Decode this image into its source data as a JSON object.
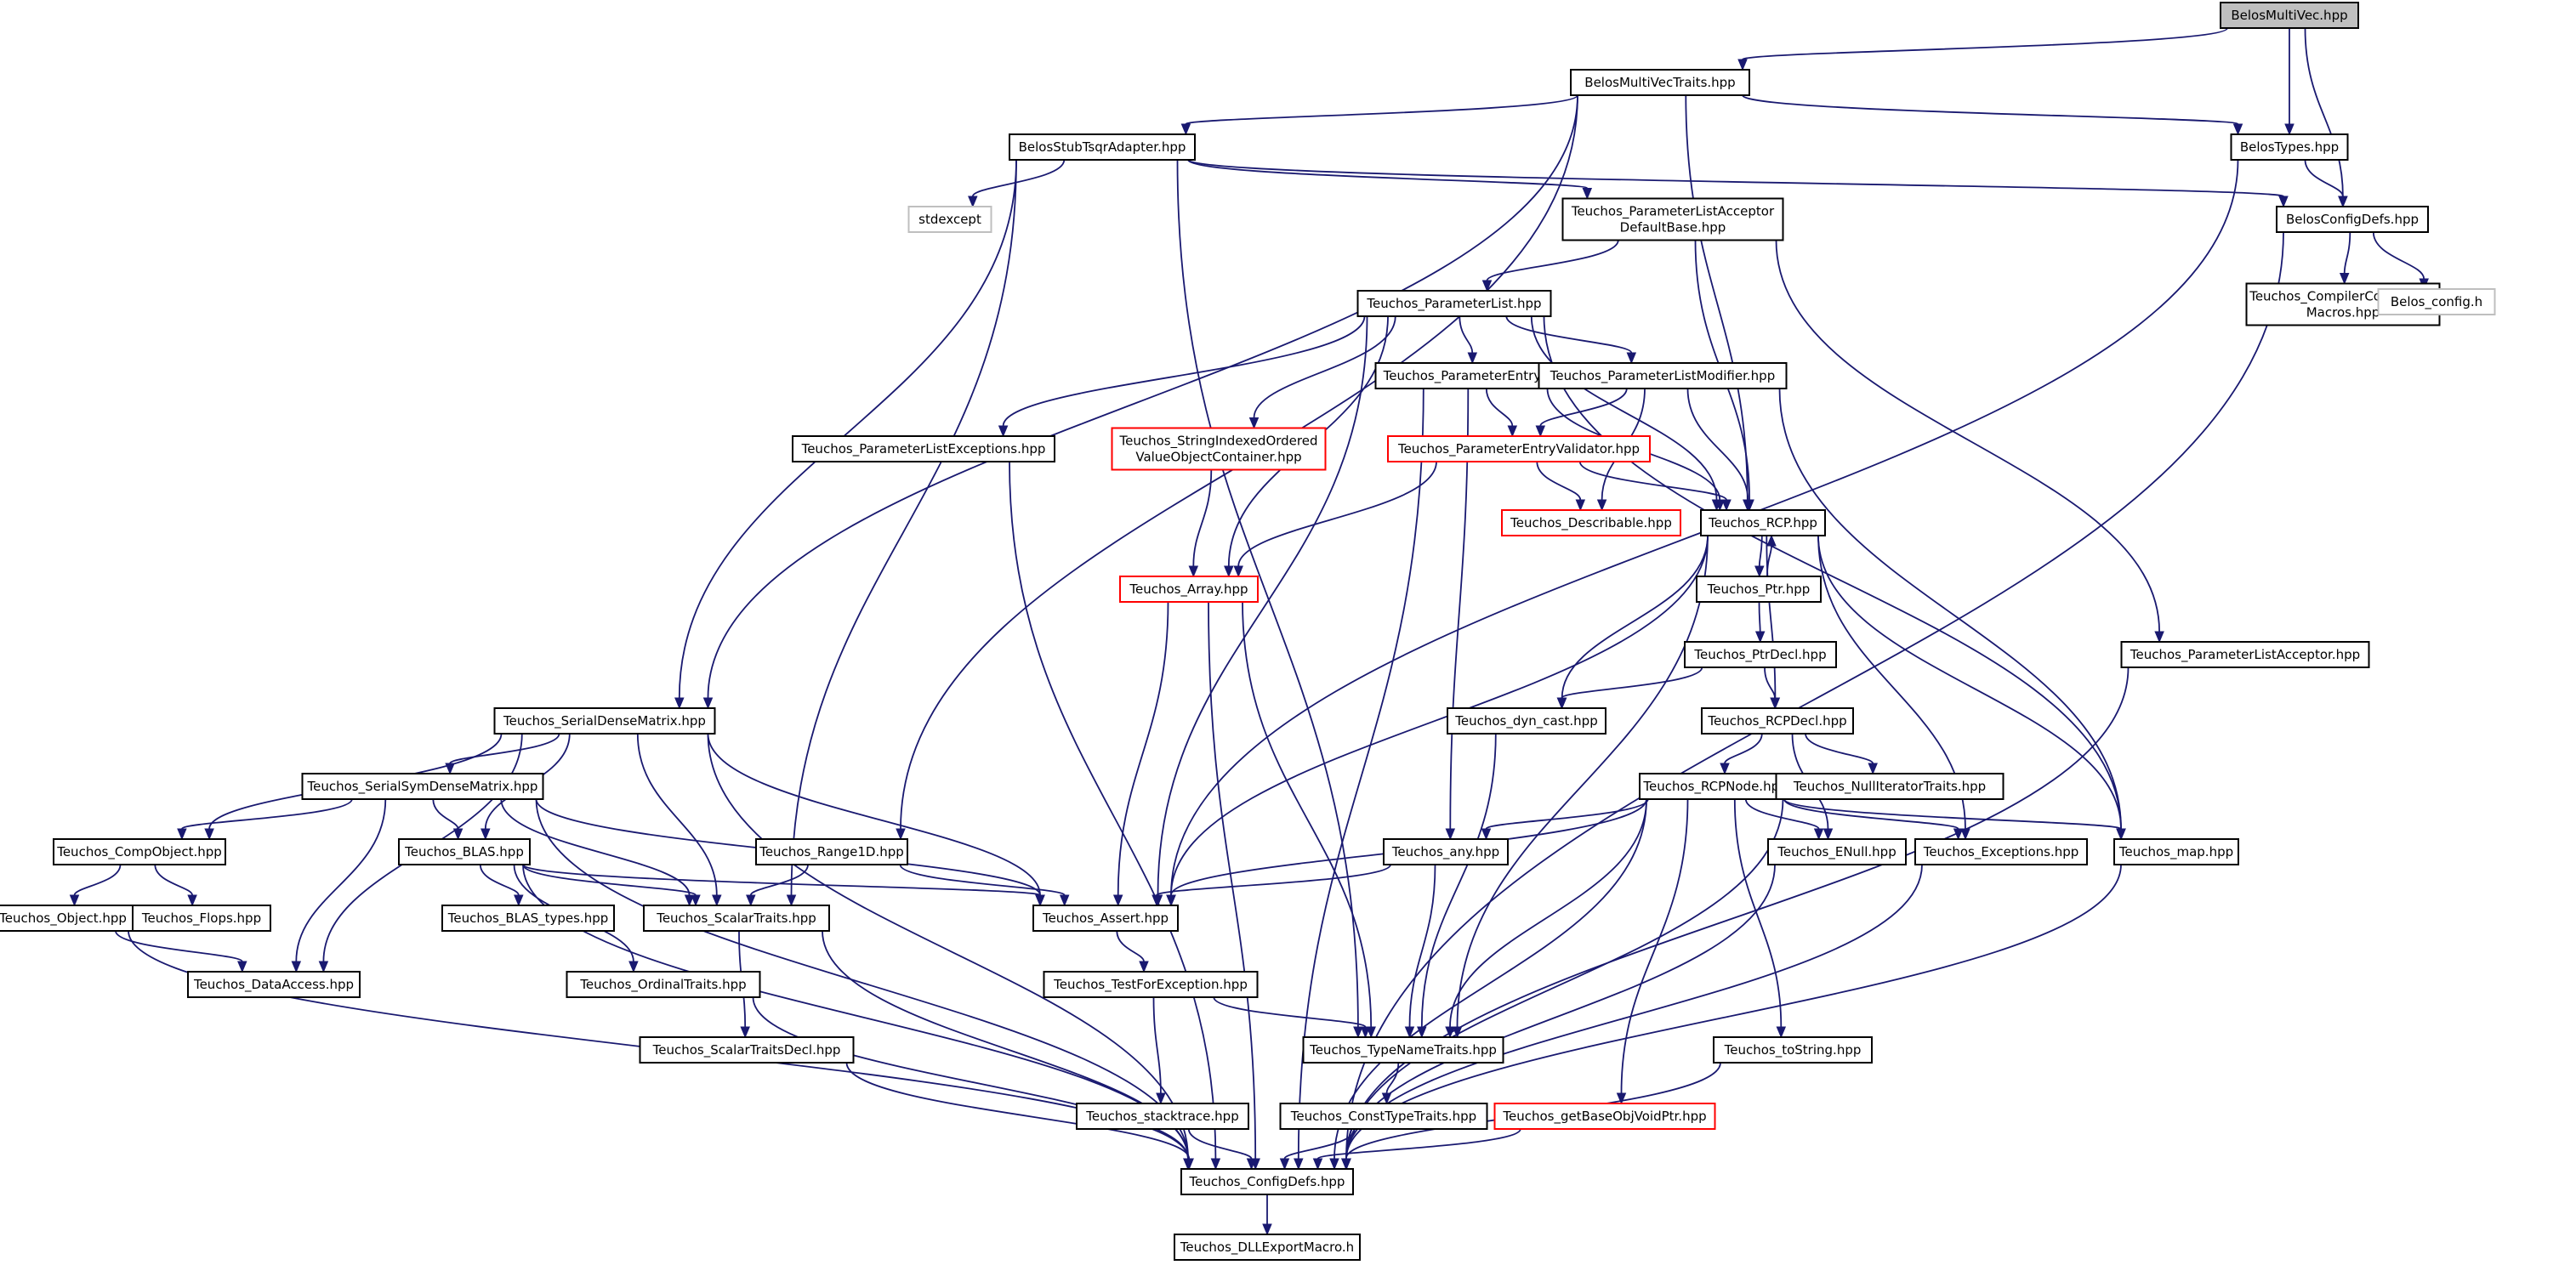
{
  "colors": {
    "edge": "#191970",
    "node_border": "#000000",
    "node_root_fill": "#bfbfbf",
    "node_fill": "#ffffff",
    "node_missing_border": "#bfbfbf",
    "node_truncated_border": "#ff0000"
  },
  "nodes": [
    {
      "id": "n0",
      "lines": [
        "BelosMultiVec.hpp"
      ],
      "kind": "root"
    },
    {
      "id": "n1",
      "lines": [
        "BelosMultiVecTraits.hpp"
      ],
      "kind": "normal"
    },
    {
      "id": "n2",
      "lines": [
        "BelosTypes.hpp"
      ],
      "kind": "normal"
    },
    {
      "id": "n3",
      "lines": [
        "BelosConfigDefs.hpp"
      ],
      "kind": "normal"
    },
    {
      "id": "n4",
      "lines": [
        "BelosStubTsqrAdapter.hpp"
      ],
      "kind": "normal"
    },
    {
      "id": "n5",
      "lines": [
        "stdexcept"
      ],
      "kind": "missing"
    },
    {
      "id": "n6",
      "lines": [
        "Teuchos_ParameterListAcceptor",
        "DefaultBase.hpp"
      ],
      "kind": "normal"
    },
    {
      "id": "n7",
      "lines": [
        "Teuchos_CompilerCodeTweak",
        "Macros.hpp"
      ],
      "kind": "normal"
    },
    {
      "id": "n8",
      "lines": [
        "Belos_config.h"
      ],
      "kind": "missing"
    },
    {
      "id": "n9",
      "lines": [
        "Teuchos_ParameterList.hpp"
      ],
      "kind": "normal"
    },
    {
      "id": "n10",
      "lines": [
        "Teuchos_ParameterEntry.hpp"
      ],
      "kind": "normal"
    },
    {
      "id": "n11",
      "lines": [
        "Teuchos_ParameterListModifier.hpp"
      ],
      "kind": "normal"
    },
    {
      "id": "n12",
      "lines": [
        "Teuchos_ParameterListExceptions.hpp"
      ],
      "kind": "normal"
    },
    {
      "id": "n13",
      "lines": [
        "Teuchos_StringIndexedOrdered",
        "ValueObjectContainer.hpp"
      ],
      "kind": "truncated"
    },
    {
      "id": "n14",
      "lines": [
        "Teuchos_ParameterEntryValidator.hpp"
      ],
      "kind": "truncated"
    },
    {
      "id": "n15",
      "lines": [
        "Teuchos_Describable.hpp"
      ],
      "kind": "truncated"
    },
    {
      "id": "n16",
      "lines": [
        "Teuchos_RCP.hpp"
      ],
      "kind": "normal"
    },
    {
      "id": "n17",
      "lines": [
        "Teuchos_Array.hpp"
      ],
      "kind": "truncated"
    },
    {
      "id": "n18",
      "lines": [
        "Teuchos_Ptr.hpp"
      ],
      "kind": "normal"
    },
    {
      "id": "n19",
      "lines": [
        "Teuchos_PtrDecl.hpp"
      ],
      "kind": "normal"
    },
    {
      "id": "n20",
      "lines": [
        "Teuchos_ParameterListAcceptor.hpp"
      ],
      "kind": "normal"
    },
    {
      "id": "n21",
      "lines": [
        "Teuchos_SerialDenseMatrix.hpp"
      ],
      "kind": "normal"
    },
    {
      "id": "n22",
      "lines": [
        "Teuchos_dyn_cast.hpp"
      ],
      "kind": "normal"
    },
    {
      "id": "n23",
      "lines": [
        "Teuchos_RCPDecl.hpp"
      ],
      "kind": "normal"
    },
    {
      "id": "n24",
      "lines": [
        "Teuchos_SerialSymDenseMatrix.hpp"
      ],
      "kind": "normal"
    },
    {
      "id": "n25",
      "lines": [
        "Teuchos_RCPNode.hpp"
      ],
      "kind": "normal"
    },
    {
      "id": "n26",
      "lines": [
        "Teuchos_NullIteratorTraits.hpp"
      ],
      "kind": "normal"
    },
    {
      "id": "n27",
      "lines": [
        "Teuchos_CompObject.hpp"
      ],
      "kind": "normal"
    },
    {
      "id": "n28",
      "lines": [
        "Teuchos_BLAS.hpp"
      ],
      "kind": "normal"
    },
    {
      "id": "n29",
      "lines": [
        "Teuchos_Range1D.hpp"
      ],
      "kind": "normal"
    },
    {
      "id": "n30",
      "lines": [
        "Teuchos_any.hpp"
      ],
      "kind": "normal"
    },
    {
      "id": "n31",
      "lines": [
        "Teuchos_ENull.hpp"
      ],
      "kind": "normal"
    },
    {
      "id": "n32",
      "lines": [
        "Teuchos_Exceptions.hpp"
      ],
      "kind": "normal"
    },
    {
      "id": "n33",
      "lines": [
        "Teuchos_map.hpp"
      ],
      "kind": "normal"
    },
    {
      "id": "n34",
      "lines": [
        "Teuchos_Object.hpp"
      ],
      "kind": "normal"
    },
    {
      "id": "n35",
      "lines": [
        "Teuchos_Flops.hpp"
      ],
      "kind": "normal"
    },
    {
      "id": "n36",
      "lines": [
        "Teuchos_BLAS_types.hpp"
      ],
      "kind": "normal"
    },
    {
      "id": "n37",
      "lines": [
        "Teuchos_ScalarTraits.hpp"
      ],
      "kind": "normal"
    },
    {
      "id": "n38",
      "lines": [
        "Teuchos_Assert.hpp"
      ],
      "kind": "normal"
    },
    {
      "id": "n39",
      "lines": [
        "Teuchos_DataAccess.hpp"
      ],
      "kind": "normal"
    },
    {
      "id": "n40",
      "lines": [
        "Teuchos_OrdinalTraits.hpp"
      ],
      "kind": "normal"
    },
    {
      "id": "n41",
      "lines": [
        "Teuchos_TestForException.hpp"
      ],
      "kind": "normal"
    },
    {
      "id": "n42",
      "lines": [
        "Teuchos_ScalarTraitsDecl.hpp"
      ],
      "kind": "normal"
    },
    {
      "id": "n43",
      "lines": [
        "Teuchos_TypeNameTraits.hpp"
      ],
      "kind": "normal"
    },
    {
      "id": "n44",
      "lines": [
        "Teuchos_toString.hpp"
      ],
      "kind": "normal"
    },
    {
      "id": "n45",
      "lines": [
        "Teuchos_stacktrace.hpp"
      ],
      "kind": "normal"
    },
    {
      "id": "n46",
      "lines": [
        "Teuchos_ConstTypeTraits.hpp"
      ],
      "kind": "normal"
    },
    {
      "id": "n47",
      "lines": [
        "Teuchos_getBaseObjVoidPtr.hpp"
      ],
      "kind": "truncated"
    },
    {
      "id": "n48",
      "lines": [
        "Teuchos_ConfigDefs.hpp"
      ],
      "kind": "normal"
    },
    {
      "id": "n49",
      "lines": [
        "Teuchos_DLLExportMacro.h"
      ],
      "kind": "normal"
    }
  ],
  "edges": [
    [
      "n0",
      "n1"
    ],
    [
      "n0",
      "n2"
    ],
    [
      "n0",
      "n3"
    ],
    [
      "n1",
      "n2"
    ],
    [
      "n1",
      "n4"
    ],
    [
      "n1",
      "n16"
    ],
    [
      "n1",
      "n21"
    ],
    [
      "n1",
      "n29"
    ],
    [
      "n2",
      "n3"
    ],
    [
      "n2",
      "n38"
    ],
    [
      "n3",
      "n7"
    ],
    [
      "n3",
      "n8"
    ],
    [
      "n3",
      "n48"
    ],
    [
      "n4",
      "n3"
    ],
    [
      "n4",
      "n5"
    ],
    [
      "n4",
      "n6"
    ],
    [
      "n4",
      "n21"
    ],
    [
      "n4",
      "n37"
    ],
    [
      "n4",
      "n43"
    ],
    [
      "n6",
      "n9"
    ],
    [
      "n6",
      "n16"
    ],
    [
      "n6",
      "n20"
    ],
    [
      "n9",
      "n10"
    ],
    [
      "n9",
      "n11"
    ],
    [
      "n9",
      "n12"
    ],
    [
      "n9",
      "n13"
    ],
    [
      "n9",
      "n17"
    ],
    [
      "n9",
      "n16"
    ],
    [
      "n9",
      "n33"
    ],
    [
      "n9",
      "n38"
    ],
    [
      "n10",
      "n14"
    ],
    [
      "n10",
      "n16"
    ],
    [
      "n10",
      "n30"
    ],
    [
      "n10",
      "n48"
    ],
    [
      "n11",
      "n14"
    ],
    [
      "n11",
      "n15"
    ],
    [
      "n11",
      "n16"
    ],
    [
      "n11",
      "n33"
    ],
    [
      "n12",
      "n48"
    ],
    [
      "n13",
      "n17"
    ],
    [
      "n14",
      "n15"
    ],
    [
      "n14",
      "n16"
    ],
    [
      "n14",
      "n17"
    ],
    [
      "n16",
      "n18"
    ],
    [
      "n16",
      "n22"
    ],
    [
      "n16",
      "n23"
    ],
    [
      "n16",
      "n32"
    ],
    [
      "n16",
      "n33"
    ],
    [
      "n16",
      "n38"
    ],
    [
      "n16",
      "n43"
    ],
    [
      "n17",
      "n38"
    ],
    [
      "n17",
      "n43"
    ],
    [
      "n17",
      "n48"
    ],
    [
      "n18",
      "n16"
    ],
    [
      "n18",
      "n19"
    ],
    [
      "n19",
      "n22"
    ],
    [
      "n19",
      "n23"
    ],
    [
      "n20",
      "n48"
    ],
    [
      "n21",
      "n24"
    ],
    [
      "n21",
      "n27"
    ],
    [
      "n21",
      "n28"
    ],
    [
      "n21",
      "n37"
    ],
    [
      "n21",
      "n38"
    ],
    [
      "n21",
      "n39"
    ],
    [
      "n21",
      "n48"
    ],
    [
      "n22",
      "n43"
    ],
    [
      "n23",
      "n25"
    ],
    [
      "n23",
      "n26"
    ],
    [
      "n23",
      "n31"
    ],
    [
      "n24",
      "n27"
    ],
    [
      "n24",
      "n28"
    ],
    [
      "n24",
      "n37"
    ],
    [
      "n24",
      "n38"
    ],
    [
      "n24",
      "n39"
    ],
    [
      "n24",
      "n48"
    ],
    [
      "n25",
      "n30"
    ],
    [
      "n25",
      "n31"
    ],
    [
      "n25",
      "n32"
    ],
    [
      "n25",
      "n33"
    ],
    [
      "n25",
      "n38"
    ],
    [
      "n25",
      "n43"
    ],
    [
      "n25",
      "n44"
    ],
    [
      "n25",
      "n47"
    ],
    [
      "n25",
      "n48"
    ],
    [
      "n26",
      "n48"
    ],
    [
      "n27",
      "n34"
    ],
    [
      "n27",
      "n35"
    ],
    [
      "n28",
      "n36"
    ],
    [
      "n28",
      "n37"
    ],
    [
      "n28",
      "n38"
    ],
    [
      "n28",
      "n40"
    ],
    [
      "n28",
      "n48"
    ],
    [
      "n29",
      "n37"
    ],
    [
      "n29",
      "n38"
    ],
    [
      "n30",
      "n38"
    ],
    [
      "n30",
      "n43"
    ],
    [
      "n31",
      "n48"
    ],
    [
      "n32",
      "n48"
    ],
    [
      "n33",
      "n48"
    ],
    [
      "n34",
      "n39"
    ],
    [
      "n34",
      "n48"
    ],
    [
      "n37",
      "n42"
    ],
    [
      "n37",
      "n48"
    ],
    [
      "n38",
      "n41"
    ],
    [
      "n40",
      "n48"
    ],
    [
      "n41",
      "n43"
    ],
    [
      "n41",
      "n45"
    ],
    [
      "n42",
      "n48"
    ],
    [
      "n43",
      "n46"
    ],
    [
      "n44",
      "n48"
    ],
    [
      "n45",
      "n48"
    ],
    [
      "n46",
      "n48"
    ],
    [
      "n47",
      "n48"
    ],
    [
      "n48",
      "n49"
    ]
  ]
}
